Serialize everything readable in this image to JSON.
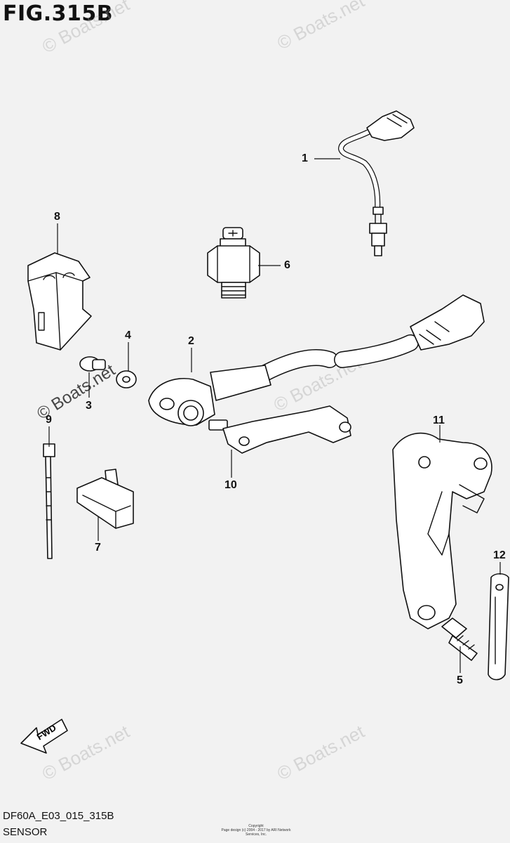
{
  "figure": {
    "title": "FIG.315B"
  },
  "callouts": {
    "c1": "1",
    "c2": "2",
    "c3": "3",
    "c4": "4",
    "c5": "5",
    "c6": "6",
    "c7": "7",
    "c8": "8",
    "c9": "9",
    "c10": "10",
    "c11": "11",
    "c12": "12"
  },
  "watermarks": {
    "text": "© Boats.net"
  },
  "fwd_arrow": {
    "label": "FWD"
  },
  "footer": {
    "code": "DF60A_E03_015_315B",
    "name": "SENSOR",
    "copyright_line1": "Copyright",
    "copyright_line2": "Page design (c) 2004 - 2017 by ARI Network Services, Inc."
  }
}
